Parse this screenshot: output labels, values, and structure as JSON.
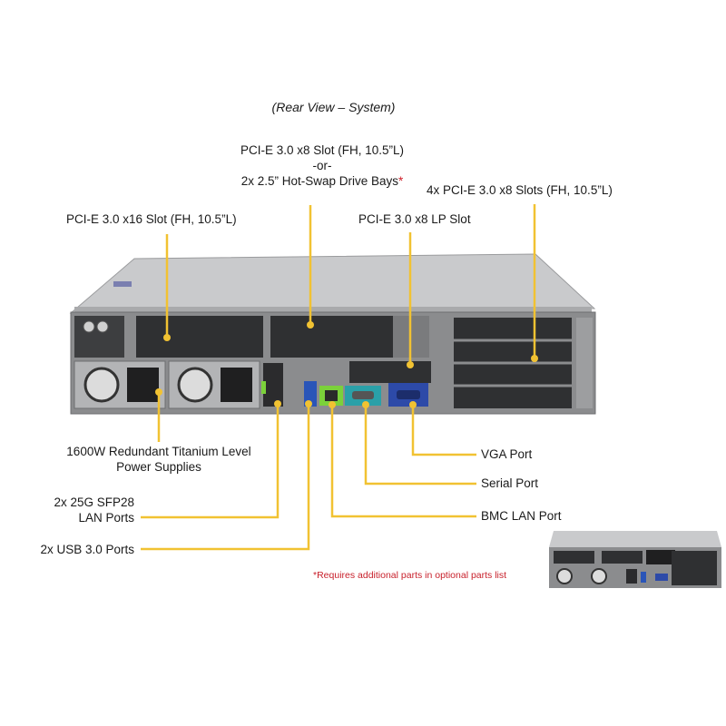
{
  "title": "(Rear View – System)",
  "accent_color": "#f1c232",
  "labels": {
    "pcie_x8_center_line1": "PCI-E 3.0 x8 Slot (FH, 10.5”L)",
    "pcie_x8_center_line2": "-or-",
    "pcie_x8_center_line3": "2x 2.5” Hot-Swap Drive Bays",
    "pcie_x8_center_star": "*",
    "pcie_4x_x8": "4x PCI-E 3.0 x8 Slots (FH, 10.5”L)",
    "pcie_x16": "PCI-E 3.0 x16 Slot (FH, 10.5”L)",
    "pcie_x8_lp": "PCI-E 3.0 x8 LP Slot",
    "psu_line1": "1600W Redundant Titanium Level",
    "psu_line2": "Power Supplies",
    "sfp_line1": "2x 25G SFP28",
    "sfp_line2": "LAN Ports",
    "usb": "2x USB 3.0 Ports",
    "vga": "VGA Port",
    "serial": "Serial Port",
    "bmc": "BMC LAN Port"
  },
  "footnote": "*Requires additional parts in optional parts list"
}
